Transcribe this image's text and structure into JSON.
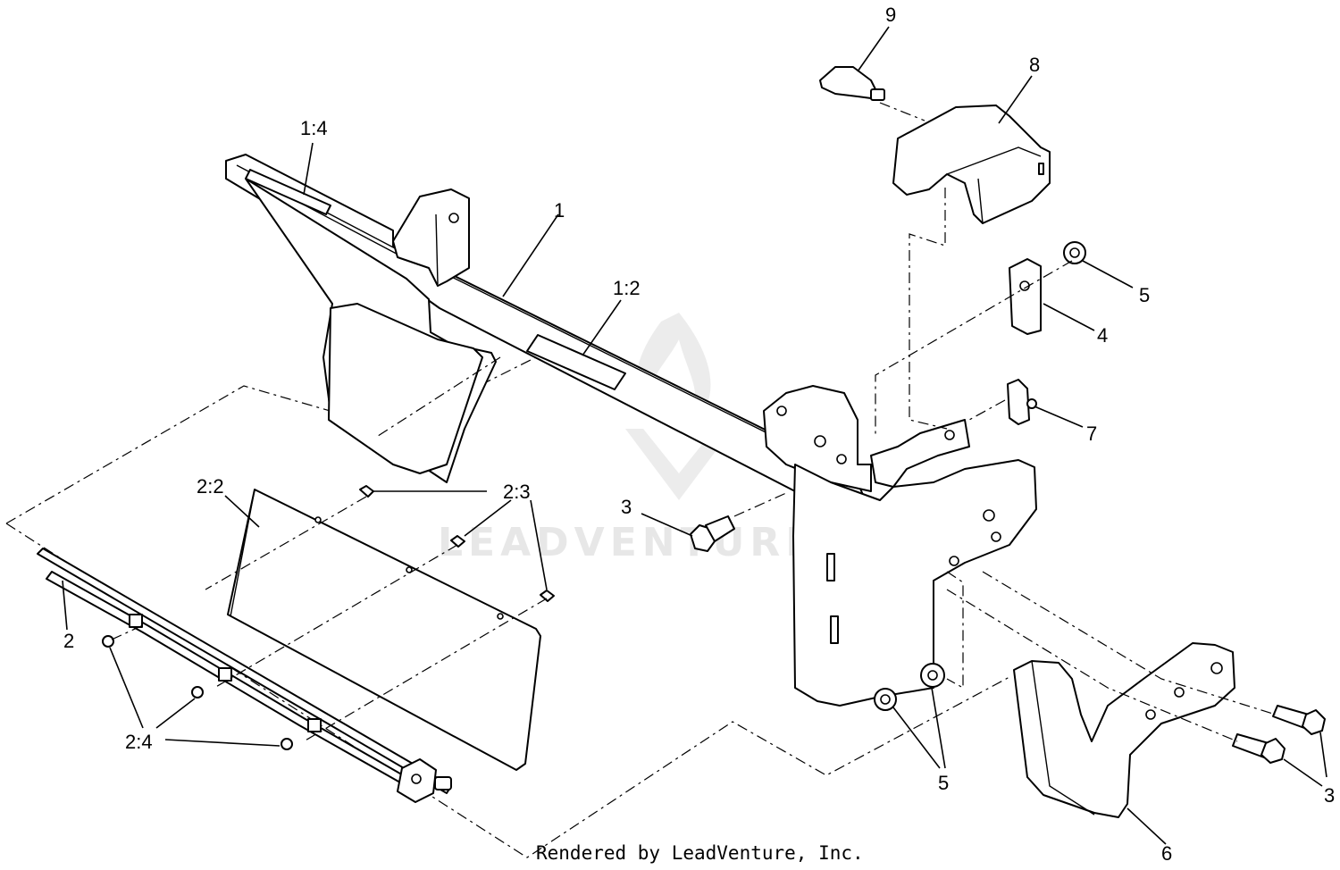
{
  "labels": {
    "p1_4": "1:4",
    "p1": "1",
    "p1_2": "1:2",
    "p9": "9",
    "p8": "8",
    "p5_top": "5",
    "p4": "4",
    "p7": "7",
    "p3_left": "3",
    "p2_2": "2:2",
    "p2_3": "2:3",
    "p2": "2",
    "p2_4": "2:4",
    "p5_bottom": "5",
    "p3_right": "3",
    "p6": "6"
  },
  "watermark": "LEADVENTURE",
  "footer": "Rendered by LeadVenture, Inc."
}
